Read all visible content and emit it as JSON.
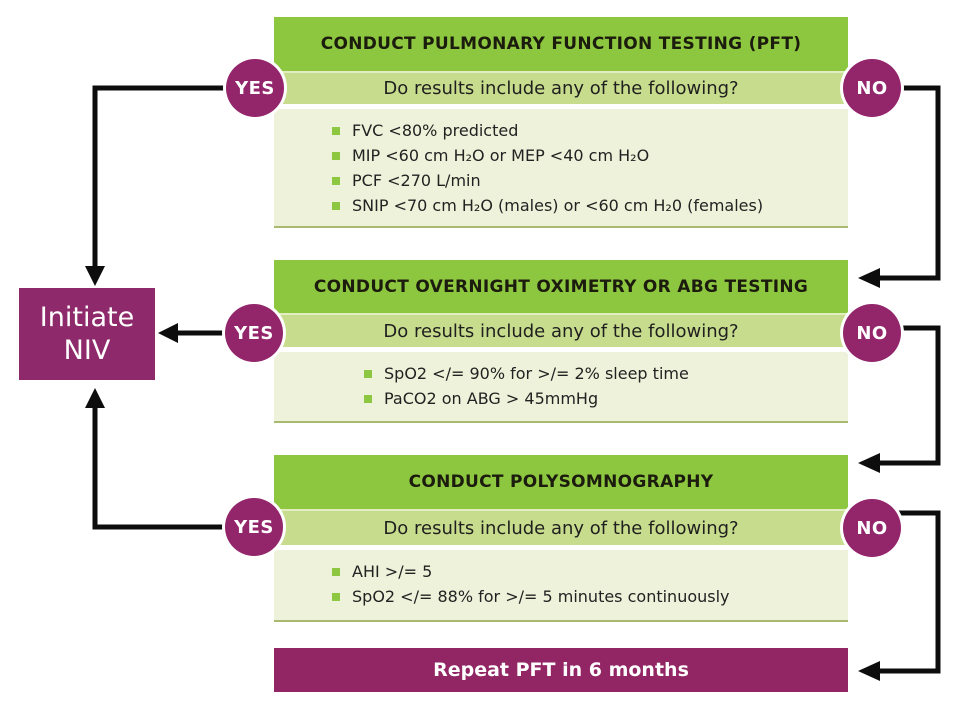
{
  "colors": {
    "header_green": "#8dc63f",
    "subheader_green": "#c8dc8d",
    "body_cream": "#eff2da",
    "plum": "#93266b",
    "arrow_black": "#0d0d0d"
  },
  "initiate": {
    "label": "Initiate NIV"
  },
  "footer": {
    "label": "Repeat PFT in 6 months"
  },
  "boxes": [
    {
      "title": "CONDUCT PULMONARY FUNCTION TESTING (PFT)",
      "question": "Do results include any of the following?",
      "yes_label": "YES",
      "no_label": "NO",
      "bullets": [
        "FVC <80% predicted",
        "MIP <60 cm H₂O or MEP <40 cm H₂O",
        "PCF <270 L/min",
        "SNIP <70 cm H₂O (males) or <60 cm H₂0 (females)"
      ]
    },
    {
      "title": "CONDUCT OVERNIGHT OXIMETRY OR ABG TESTING",
      "question": "Do results include any of the following?",
      "yes_label": "YES",
      "no_label": "NO",
      "bullets": [
        "SpO2 </= 90% for >/= 2% sleep time",
        "PaCO2 on ABG > 45mmHg"
      ]
    },
    {
      "title": "CONDUCT POLYSOMNOGRAPHY",
      "question": "Do results include any of the following?",
      "yes_label": "YES",
      "no_label": "NO",
      "bullets": [
        "AHI >/= 5",
        "SpO2 </= 88% for >/= 5 minutes continuously"
      ]
    }
  ]
}
